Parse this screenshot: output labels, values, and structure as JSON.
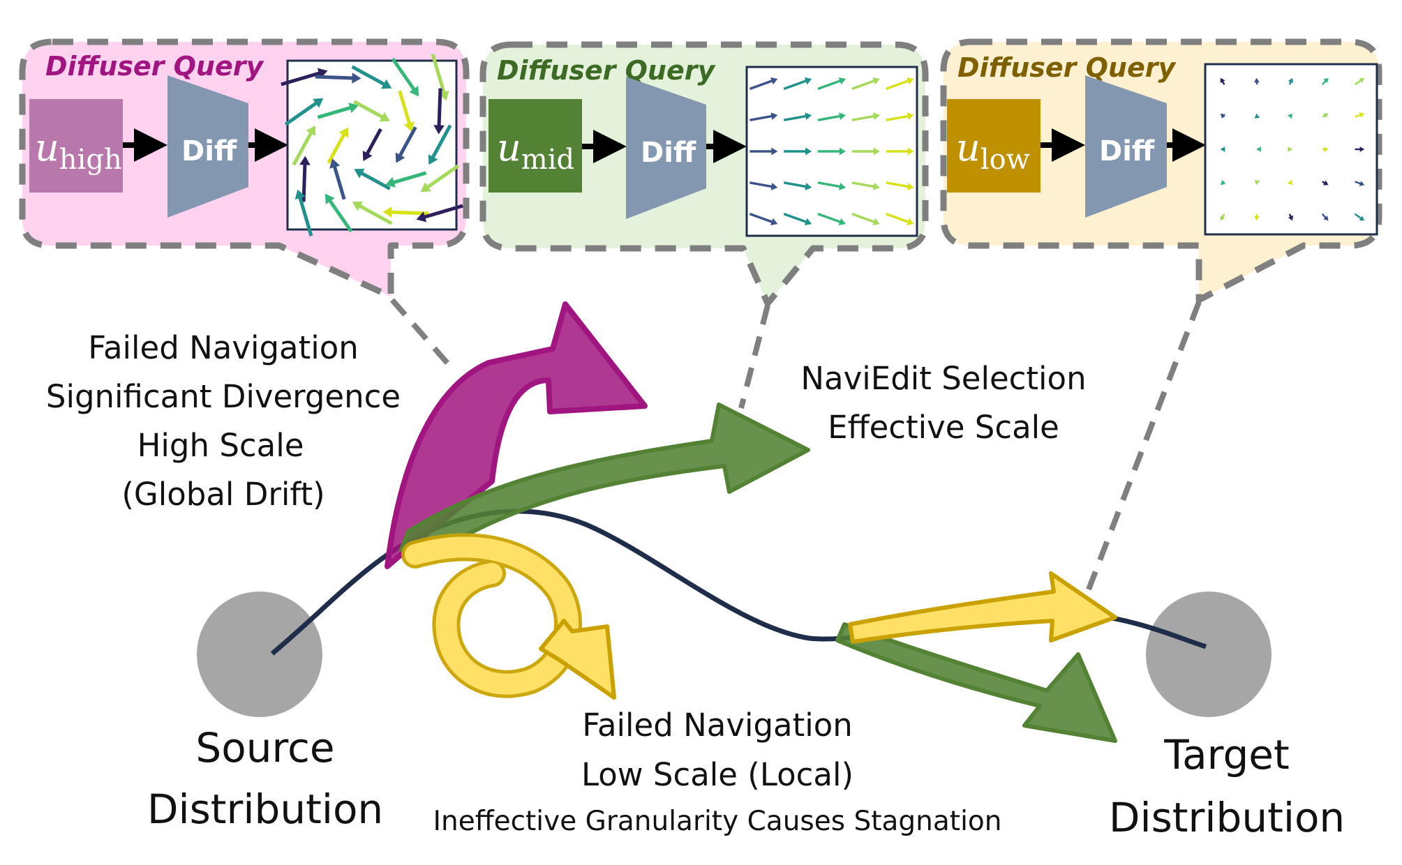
{
  "panels": [
    {
      "title": "Diffuser Query",
      "input_main": "u",
      "input_sub": "high",
      "block": "Diff",
      "fill": "#ffd2f0",
      "title_color": "#a0157f",
      "input_color": "#b878ab"
    },
    {
      "title": "Diffuser Query",
      "input_main": "u",
      "input_sub": "mid",
      "block": "Diff",
      "fill": "#e4f2dc",
      "title_color": "#3d6a25",
      "input_color": "#548235"
    },
    {
      "title": "Diffuser Query",
      "input_main": "u",
      "input_sub": "low",
      "block": "Diff",
      "fill": "#fdf1d2",
      "title_color": "#7f6000",
      "input_color": "#bf9000"
    }
  ],
  "labels": {
    "high_scale": [
      "Failed Navigation",
      "Significant Divergence",
      "High Scale",
      "(Global Drift)"
    ],
    "effective": [
      "NaviEdit Selection",
      "Effective Scale"
    ],
    "low_scale": [
      "Failed Navigation",
      "Low Scale (Local)",
      "Ineffective Granularity Causes Stagnation"
    ],
    "source": [
      "Source",
      "Distribution"
    ],
    "target": [
      "Target",
      "Distribution"
    ]
  },
  "colors": {
    "magenta": "#a0157f",
    "green": "#548235",
    "yellow": "#ffe066",
    "yellow_edge": "#c9a200",
    "path": "#1f2d4a",
    "circle": "#a6a6a6",
    "diff_block": "#8497b0",
    "dash": "#7f7f7f"
  }
}
